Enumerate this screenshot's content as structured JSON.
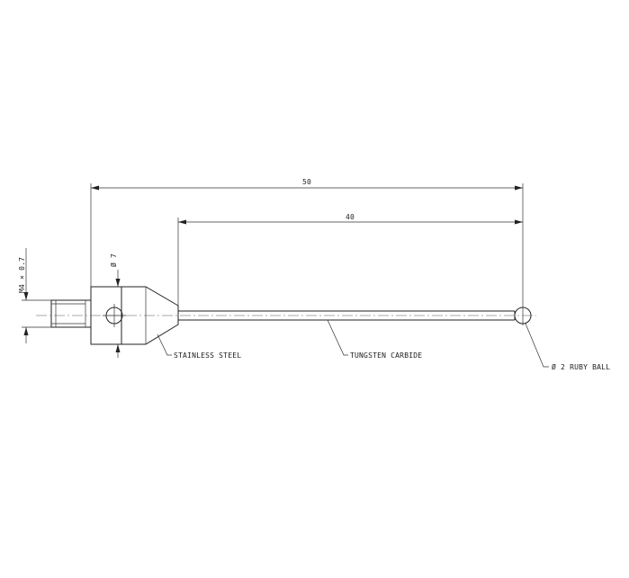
{
  "dimensions": {
    "overall_length": "50",
    "stem_length": "40",
    "body_diameter": "Ø 7",
    "thread": "M4 × 0.7"
  },
  "callouts": {
    "body_material": "STAINLESS STEEL",
    "stem_material": "TUNGSTEN CARBIDE",
    "tip": "Ø 2 RUBY BALL"
  },
  "colors": {
    "line": "#222222",
    "background": "#ffffff"
  }
}
